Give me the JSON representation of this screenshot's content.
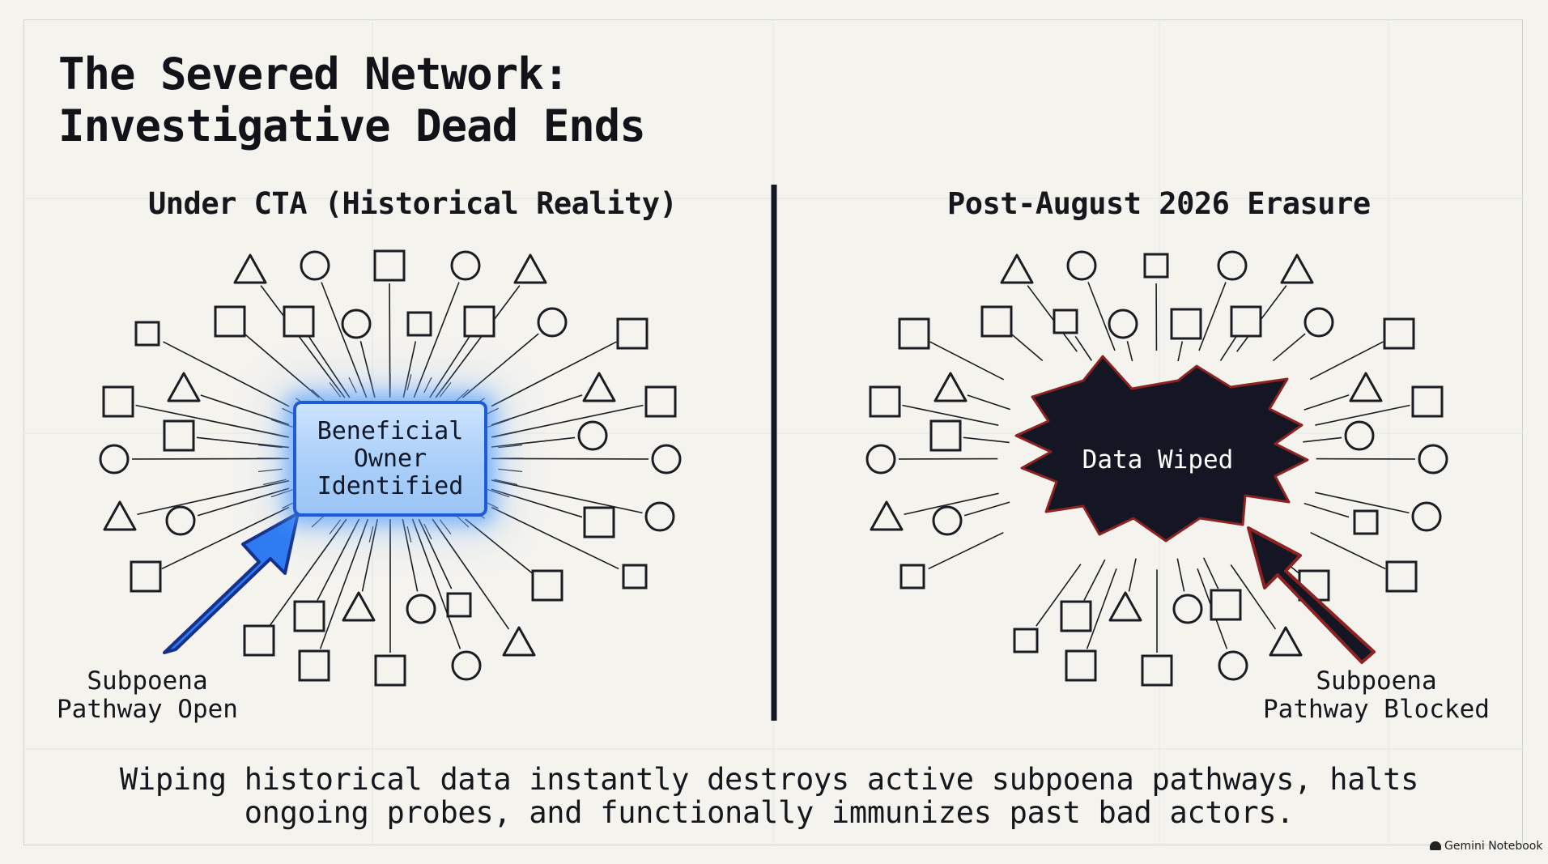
{
  "title_line1": "The Severed Network:",
  "title_line2": "Investigative Dead Ends",
  "left_panel": {
    "heading": "Under CTA (Historical Reality)",
    "center_label": "Beneficial Owner Identified",
    "caption_line1": "Subpoena",
    "caption_line2": "Pathway Open",
    "accent_color": "#2f7ff0"
  },
  "right_panel": {
    "heading": "Post-August 2026 Erasure",
    "center_label": "Data Wiped",
    "caption_line1": "Subpoena",
    "caption_line2": "Pathway Blocked",
    "accent_color": "#b3282d"
  },
  "footer_line1": "Wiping historical data instantly destroys active subpoena pathways, halts",
  "footer_line2": "ongoing probes, and functionally immunizes past bad actors.",
  "brand": "Gemini Notebook"
}
